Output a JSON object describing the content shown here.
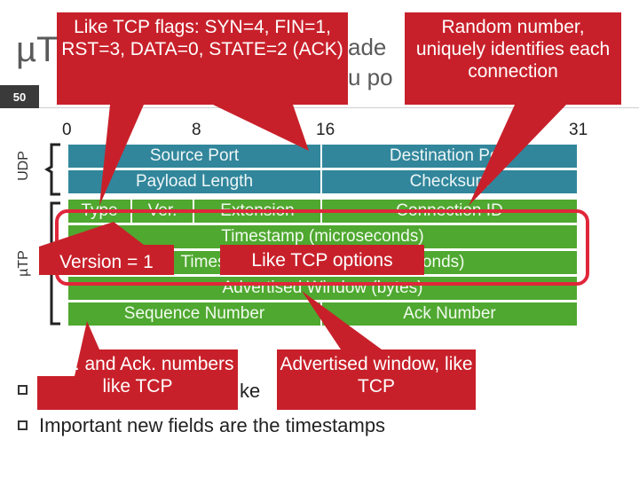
{
  "slide": {
    "title_partial": "µT",
    "title_fragment_1": "ade",
    "title_fragment_2": "u po",
    "number": "50"
  },
  "bit_labels": [
    "0",
    "8",
    "16",
    "31"
  ],
  "side_labels": {
    "udp": "UDP",
    "utp": "µTP"
  },
  "header_rows": {
    "udp": [
      [
        "Source Port",
        "Destination Port"
      ],
      [
        "Payload Length",
        "Checksum"
      ]
    ],
    "utp": {
      "row1": [
        "Type",
        "Ver.",
        "Extension",
        "Connection ID"
      ],
      "row2": "Timestamp (microseconds)",
      "row3": "Timestamp Difference (microseconds)",
      "row4": "Advertised Window (bytes)",
      "row5": [
        "Sequence Number",
        "Ack Number"
      ]
    }
  },
  "callouts": {
    "flags": "Like TCP flags: SYN=4, FIN=1, RST=3, DATA=0, STATE=2 (ACK)",
    "random": "Random number, uniquely identifies each connection",
    "version": "Version = 1",
    "options": "Like TCP options",
    "seqack": "Seq. and Ack. numbers like TCP",
    "window": "Advertised window, like TCP"
  },
  "bullets": {
    "b1_fragment": "ke",
    "b2": "Important new fields are the timestamps"
  },
  "colors": {
    "udp": "#31869b",
    "utp": "#4fa830",
    "callout": "#c8202a",
    "highlight": "#e0263a"
  }
}
